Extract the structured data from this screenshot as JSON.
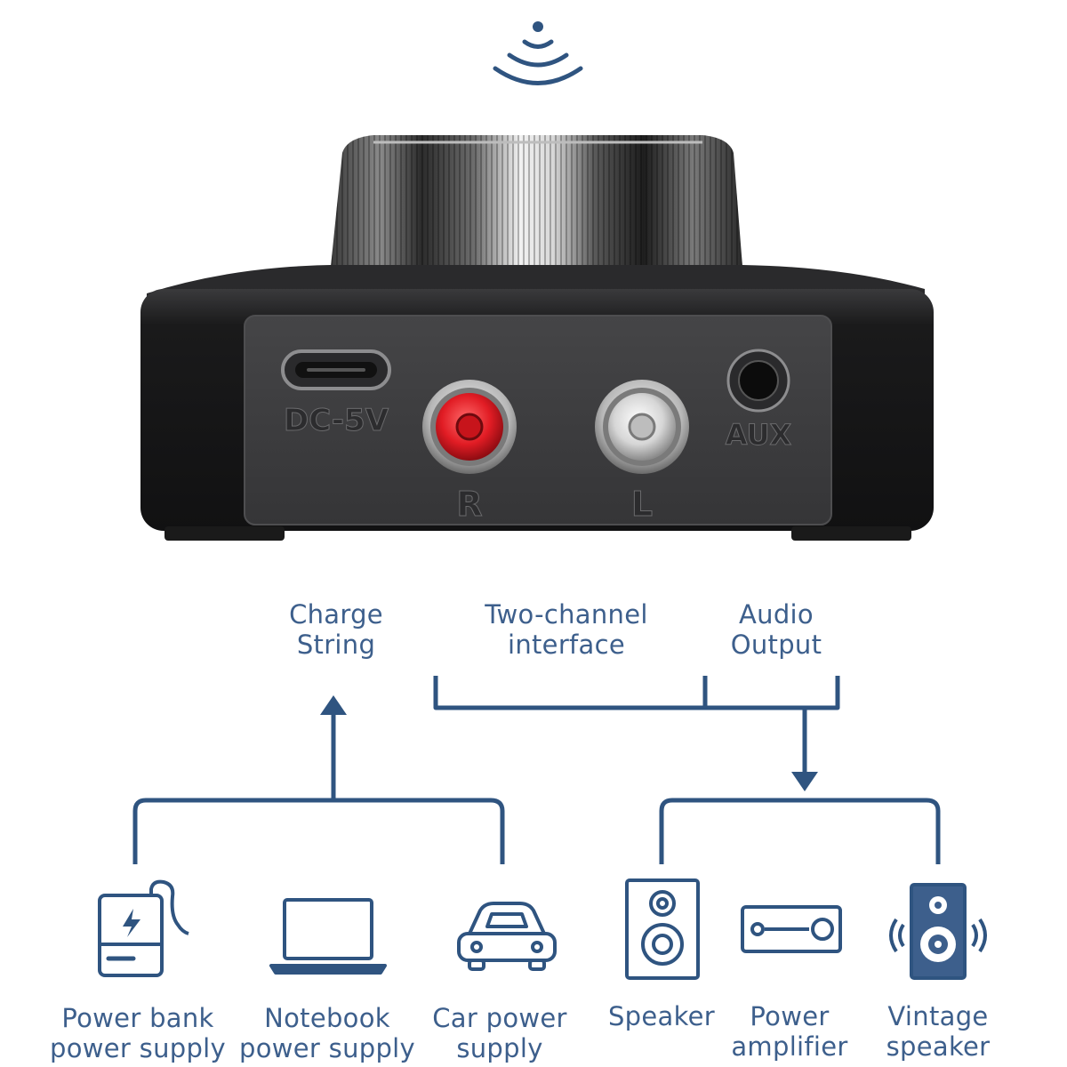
{
  "colors": {
    "accent": "#2f5480",
    "label": "#3d5f8c",
    "device_body": "#1c1c1e",
    "panel": "#3a3a3c",
    "rca_right": "#e11c24",
    "rca_left": "#d9d9d9"
  },
  "device": {
    "ports": {
      "dc": "DC-5V",
      "right": "R",
      "left": "L",
      "aux": "AUX"
    }
  },
  "diagram": {
    "top_labels": {
      "charge": [
        "Charge",
        "String"
      ],
      "two_channel": [
        "Two-channel",
        "interface"
      ],
      "audio": [
        "Audio",
        "Output"
      ]
    },
    "sources": [
      {
        "icon": "power-bank-icon",
        "lines": [
          "Power bank",
          "power supply"
        ]
      },
      {
        "icon": "laptop-icon",
        "lines": [
          "Notebook",
          "power supply"
        ]
      },
      {
        "icon": "car-icon",
        "lines": [
          "Car power",
          "supply"
        ]
      }
    ],
    "outputs": [
      {
        "icon": "speaker-icon",
        "lines": [
          "Speaker"
        ]
      },
      {
        "icon": "amplifier-icon",
        "lines": [
          "Power",
          "amplifier"
        ]
      },
      {
        "icon": "vintage-speaker-icon",
        "lines": [
          "Vintage",
          "speaker"
        ]
      }
    ]
  }
}
